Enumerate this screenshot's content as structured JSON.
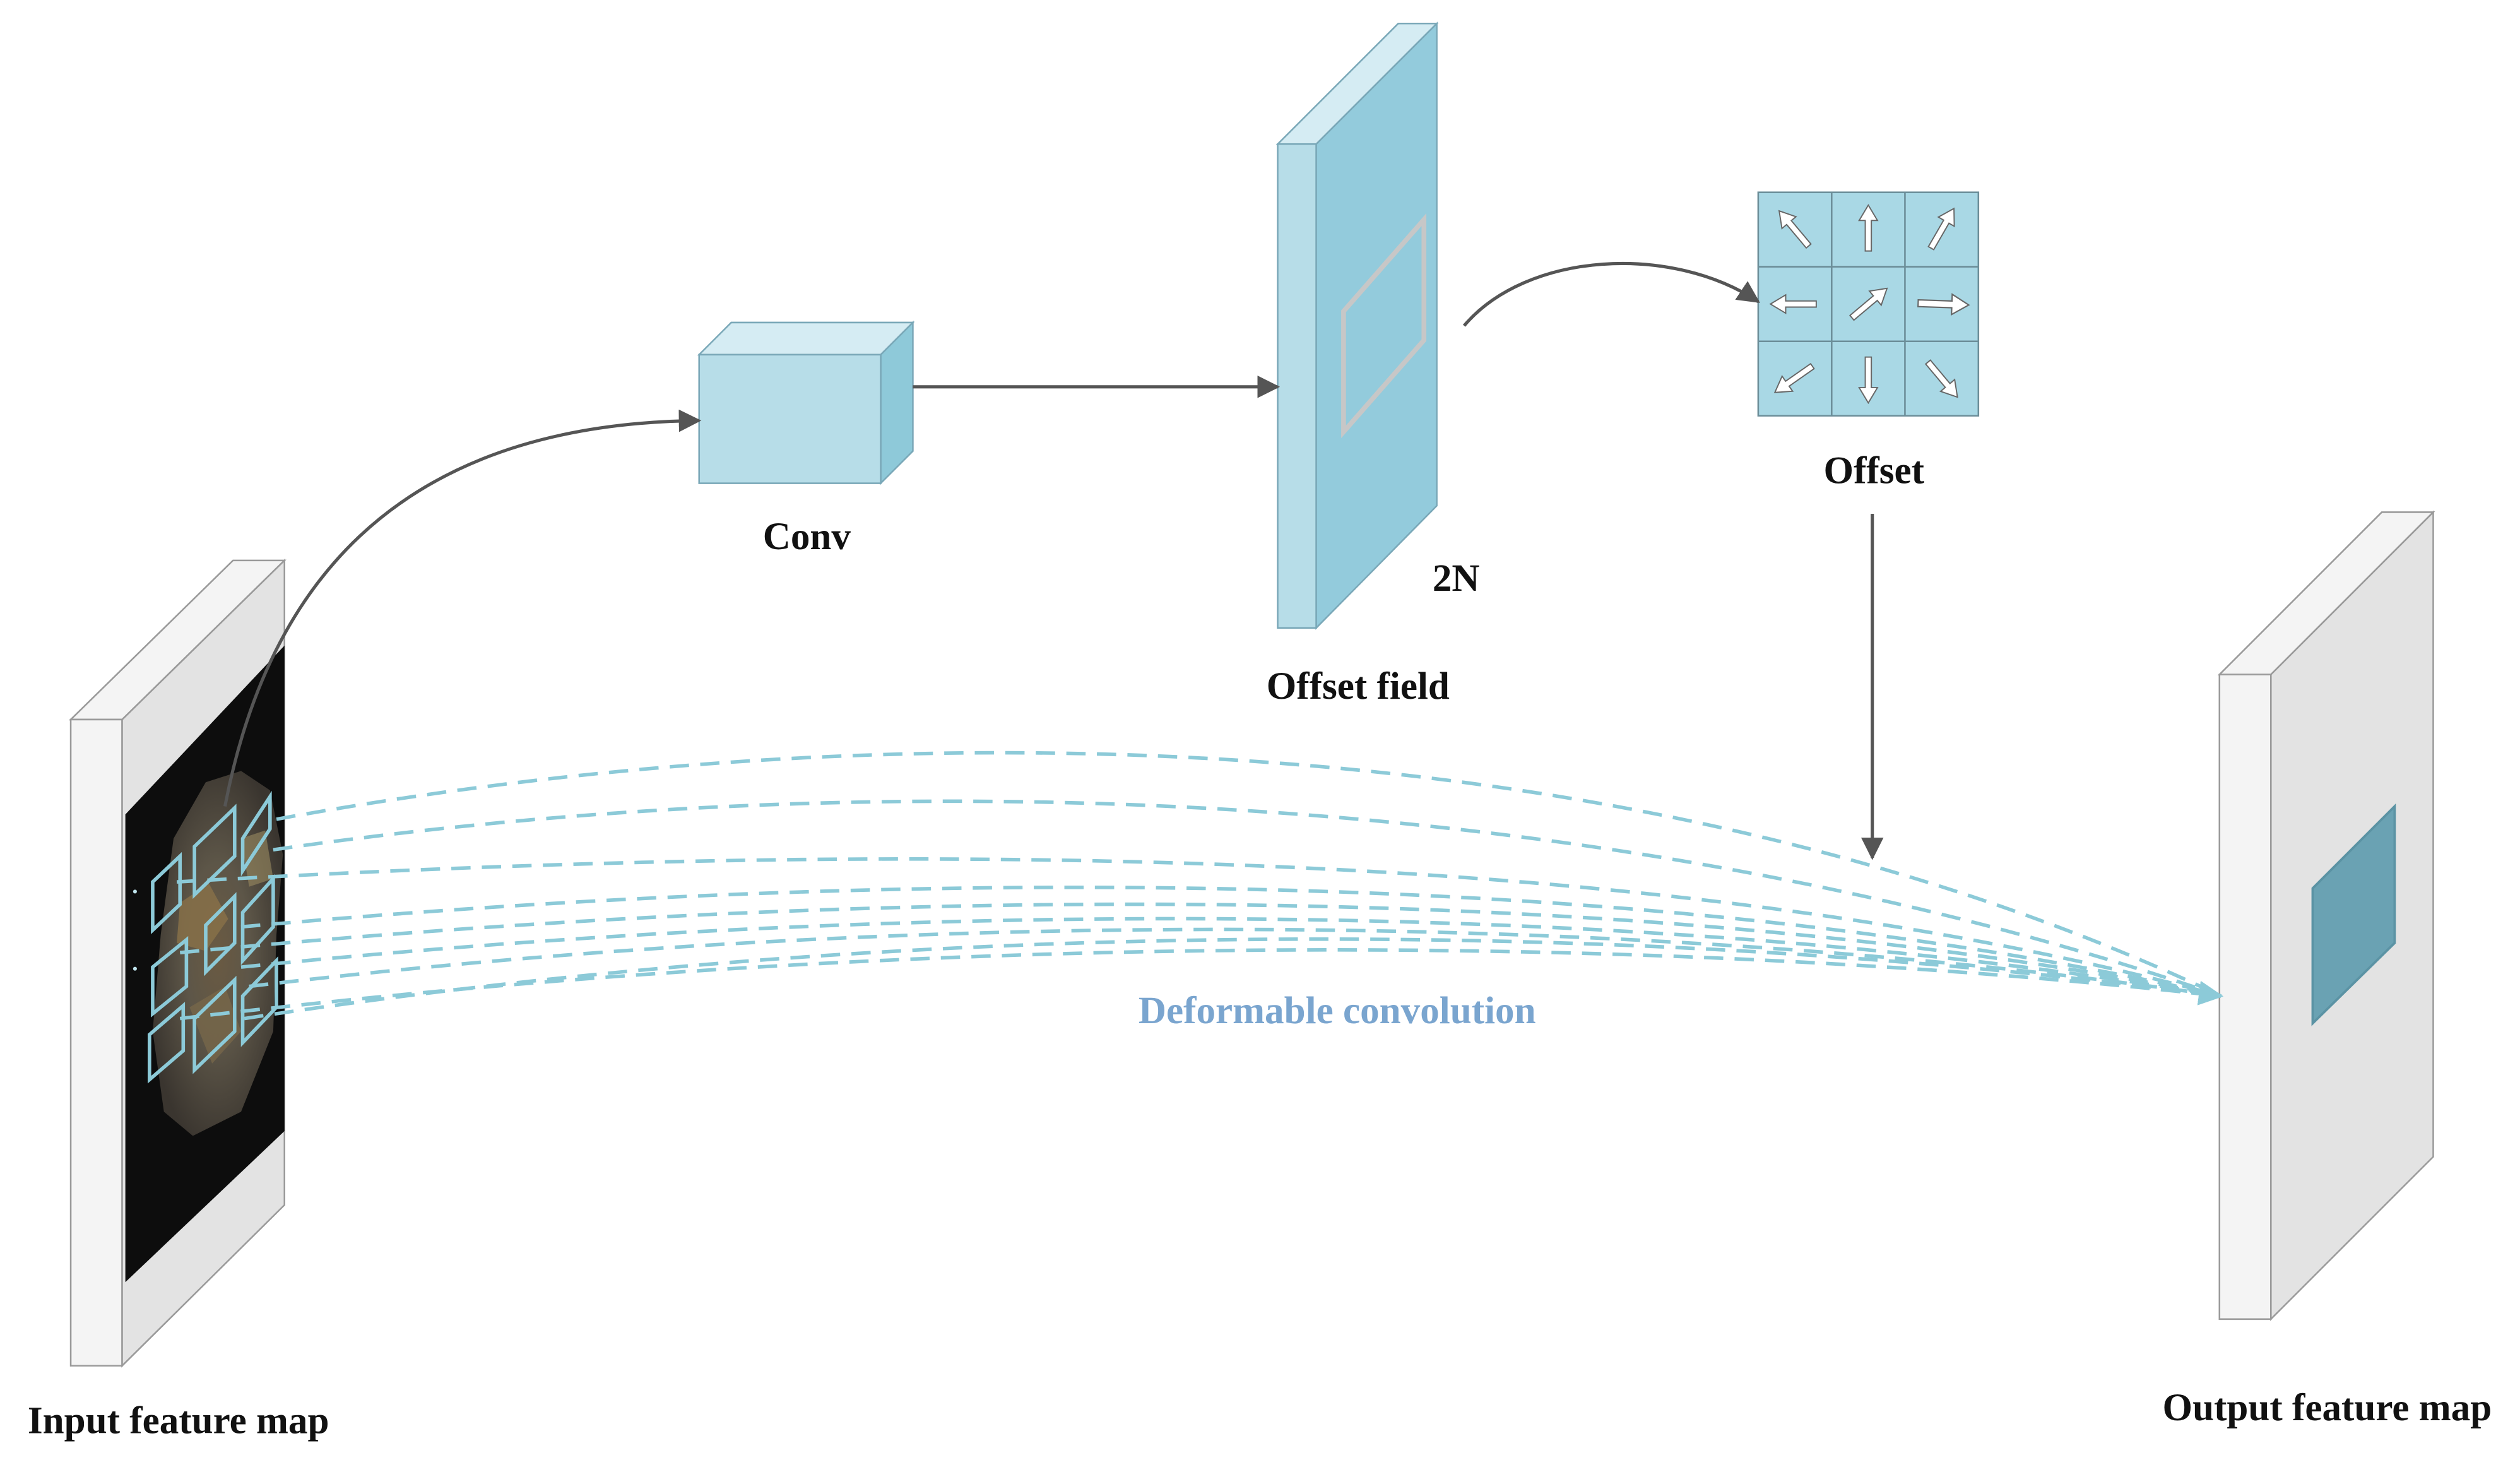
{
  "labels": {
    "conv": "Conv",
    "offset_field": "Offset field",
    "two_n": "2N",
    "offset": "Offset",
    "deformable_convolution": "Deformable convolution",
    "input_feature_map": "Input feature map",
    "output_feature_map": "Output feature map"
  },
  "colors": {
    "block_front": "#b7dde8",
    "block_top": "#d5ecf3",
    "block_side": "#8ec9d9",
    "panel_face": "#e3e3e3",
    "panel_edge": "#f4f4f4",
    "dashed_link": "#8ccad8",
    "label_blue": "#7aa5cf",
    "arrow": "#555555",
    "output_patch": "#6aa2b3"
  },
  "offset_grid": {
    "icons": [
      "arrow-up-left-icon",
      "arrow-up-icon",
      "arrow-up-right-icon",
      "arrow-left-icon",
      "arrow-up-right-icon",
      "arrow-right-icon",
      "arrow-down-left-icon",
      "arrow-down-icon",
      "arrow-down-right-icon"
    ]
  }
}
